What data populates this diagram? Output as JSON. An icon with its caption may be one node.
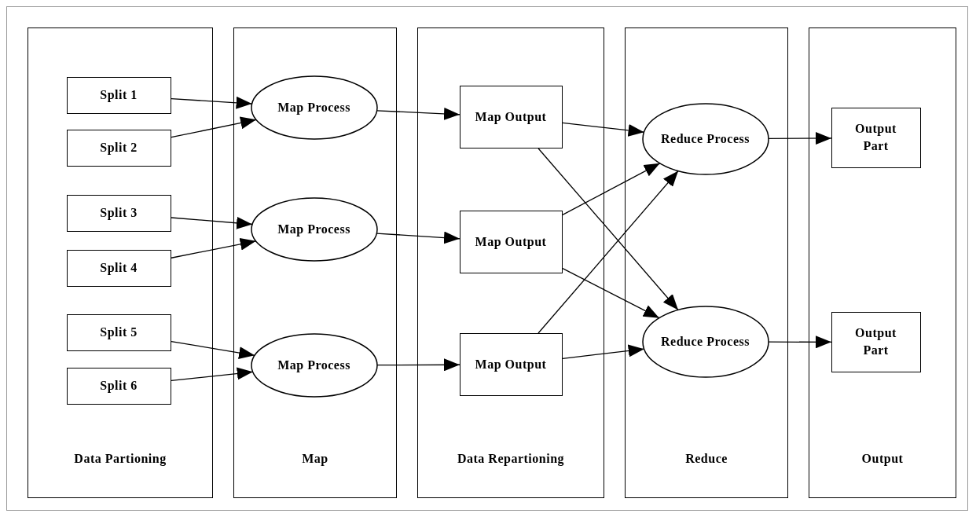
{
  "diagram": {
    "nodes": [
      {
        "text": [
          "Data Partioning"
        ]
      },
      {
        "text": [
          "Split 1"
        ],
        "in": 0
      },
      {
        "text": [
          "Split 2"
        ],
        "in": 0
      },
      {
        "text": [
          "Split 3"
        ],
        "in": 0
      },
      {
        "text": [
          "Split 4"
        ],
        "in": 0
      },
      {
        "text": [
          "Split 5"
        ],
        "in": 0
      },
      {
        "text": [
          "Split 6"
        ],
        "in": 0
      },
      {
        "text": [
          "Map"
        ]
      },
      {
        "text": [
          "Map Process"
        ],
        "in": 7
      },
      {
        "text": [
          "Map Process"
        ],
        "in": 7
      },
      {
        "text": [
          "Map Process"
        ],
        "in": 7
      },
      {
        "text": [
          "Data Repartioning"
        ]
      },
      {
        "text": [
          "Map Output"
        ],
        "in": 11
      },
      {
        "text": [
          "Map Output"
        ],
        "in": 11
      },
      {
        "text": [
          "Map Output"
        ],
        "in": 11
      },
      {
        "text": [
          "Reduce"
        ]
      },
      {
        "text": [
          "Reduce Process"
        ],
        "in": 15
      },
      {
        "text": [
          "Reduce Process"
        ],
        "in": 15
      },
      {
        "text": [
          "Output"
        ]
      },
      {
        "text": [
          "Output Part"
        ],
        "in": 18
      },
      {
        "text": [
          "Output Part"
        ],
        "in": 18
      }
    ],
    "edges": [
      {
        "from": 1,
        "to": 8,
        "arrow": "to"
      },
      {
        "from": 2,
        "to": 8,
        "arrow": "to"
      },
      {
        "from": 3,
        "to": 9,
        "arrow": "to"
      },
      {
        "from": 4,
        "to": 9,
        "arrow": "to"
      },
      {
        "from": 5,
        "to": 10,
        "arrow": "to"
      },
      {
        "from": 6,
        "to": 10,
        "arrow": "to"
      },
      {
        "from": 8,
        "to": 12,
        "arrow": "to"
      },
      {
        "from": 9,
        "to": 13,
        "arrow": "to"
      },
      {
        "from": 10,
        "to": 14,
        "arrow": "to"
      },
      {
        "from": 12,
        "to": 16,
        "arrow": "to"
      },
      {
        "from": 12,
        "to": 17,
        "arrow": "to"
      },
      {
        "from": 13,
        "to": 16,
        "arrow": "to"
      },
      {
        "from": 13,
        "to": 17,
        "arrow": "to"
      },
      {
        "from": 14,
        "to": 16,
        "arrow": "to"
      },
      {
        "from": 14,
        "to": 17,
        "arrow": "to"
      },
      {
        "from": 16,
        "to": 19,
        "arrow": "to"
      },
      {
        "from": 17,
        "to": 20,
        "arrow": "to"
      }
    ]
  }
}
